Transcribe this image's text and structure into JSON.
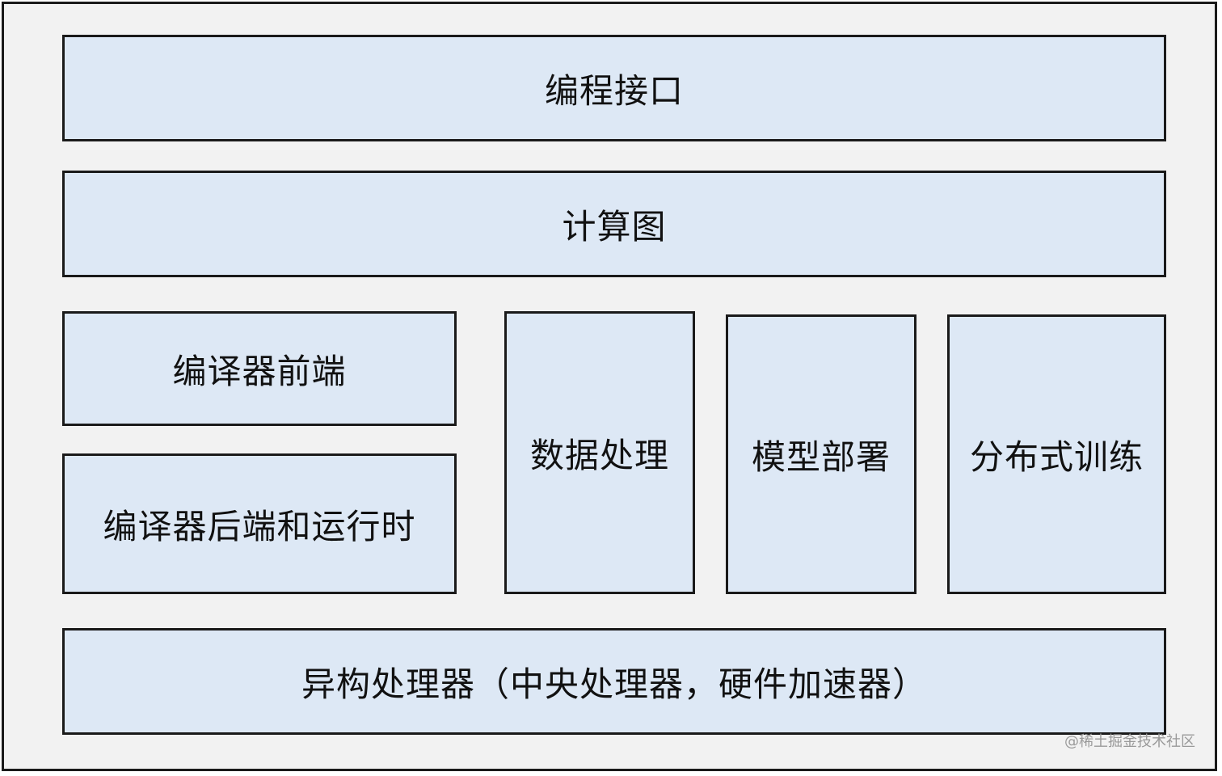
{
  "diagram": {
    "layers": {
      "programming_interface": "编程接口",
      "computation_graph": "计算图",
      "compiler_frontend": "编译器前端",
      "compiler_backend_runtime": "编译器后端和运行时",
      "data_processing": "数据处理",
      "model_deployment": "模型部署",
      "distributed_training": "分布式训练",
      "heterogeneous_processors": "异构处理器（中央处理器，硬件加速器）"
    },
    "colors": {
      "box_fill": "#dde8f5",
      "border": "#1a1a1a",
      "background": "#f2f2f2"
    }
  },
  "watermark": "@稀土掘金技术社区"
}
